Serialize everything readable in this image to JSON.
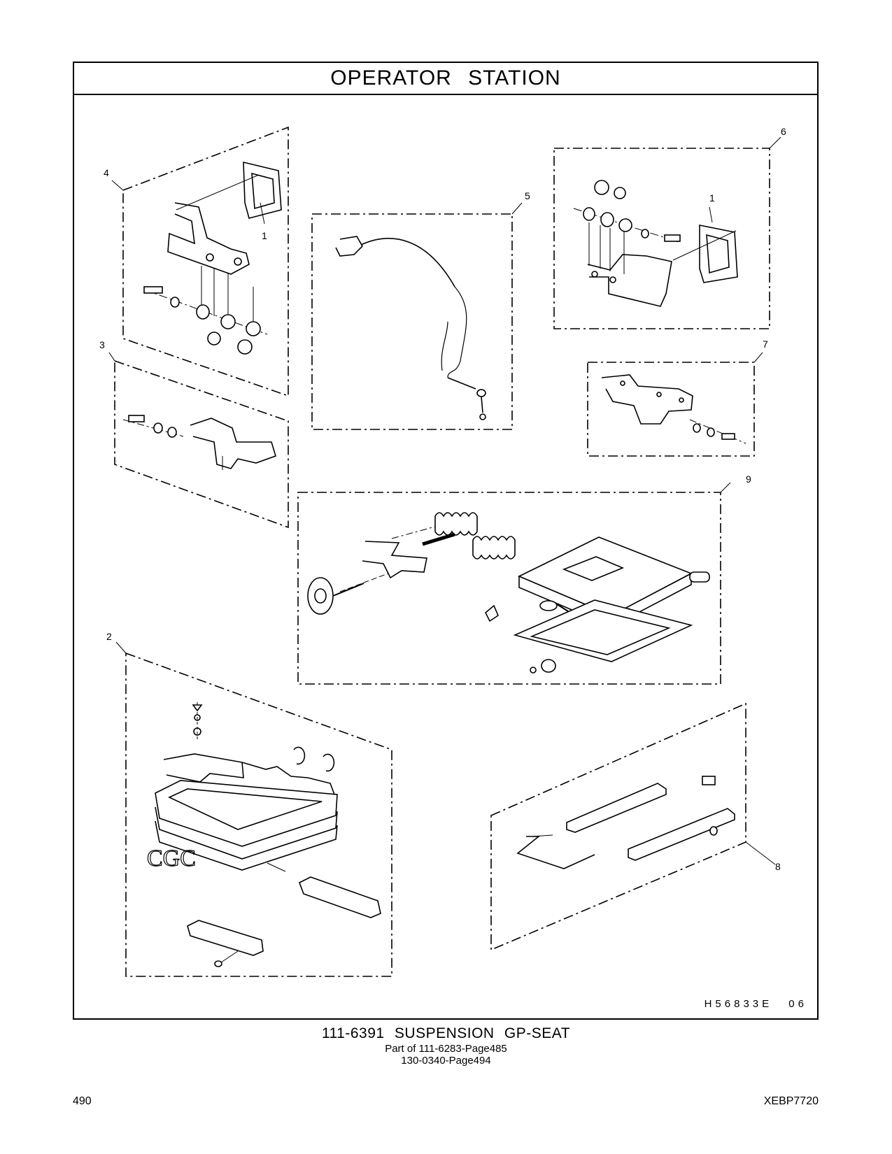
{
  "header": {
    "title": "OPERATOR STATION"
  },
  "illustration": {
    "code": "H56833E 06",
    "callouts": [
      "1",
      "1",
      "2",
      "3",
      "4",
      "5",
      "6",
      "7",
      "8",
      "9"
    ],
    "left_marks": "CGC"
  },
  "caption": {
    "main": "111-6391 SUSPENSION GP-SEAT",
    "sub1": "Part of 111-6283-Page485",
    "sub2": "130-0340-Page494"
  },
  "footer": {
    "page_number": "490",
    "doc_id": "XEBP7720"
  }
}
